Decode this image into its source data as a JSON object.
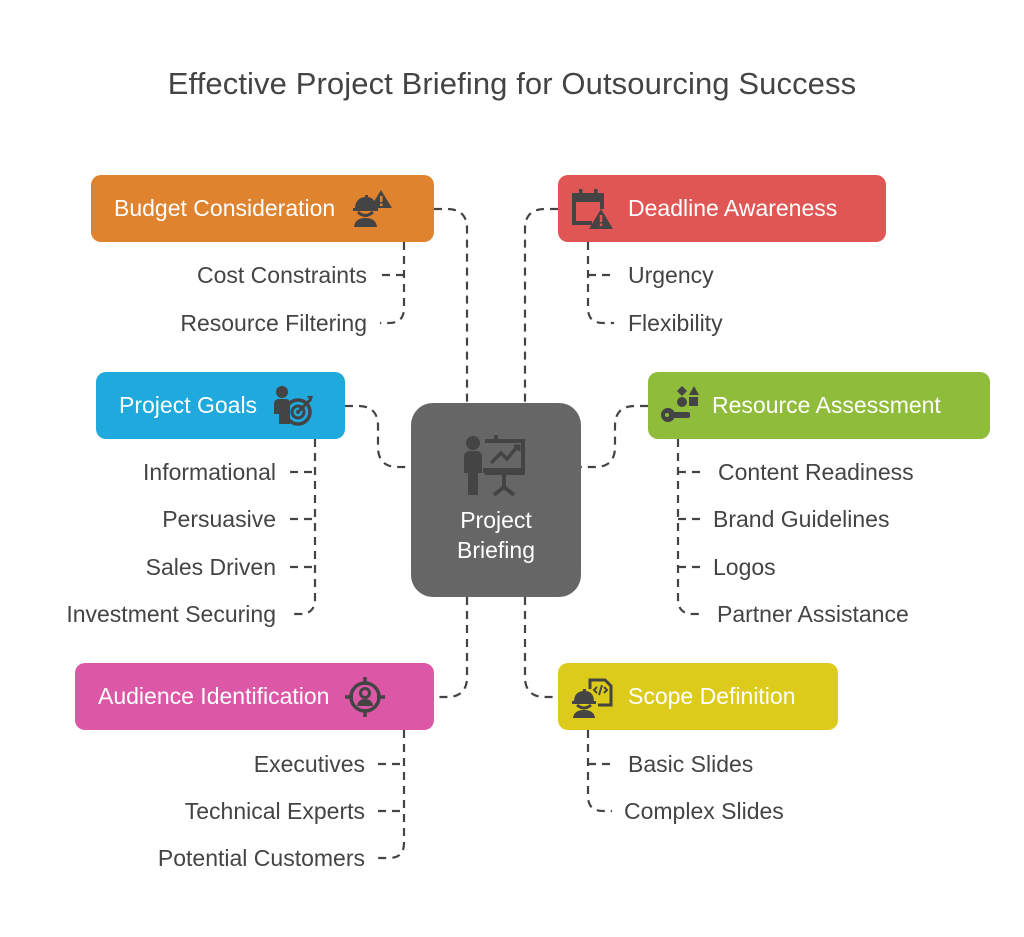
{
  "title": "Effective Project Briefing for Outsourcing Success",
  "center": {
    "label_line1": "Project",
    "label_line2": "Briefing",
    "icon": "presentation-icon",
    "color": "#666666"
  },
  "branches": {
    "budget": {
      "label": "Budget Consideration",
      "icon": "worker-warning-icon",
      "color": "#E0832F",
      "items": [
        "Cost Constraints",
        "Resource Filtering"
      ]
    },
    "deadline": {
      "label": "Deadline Awareness",
      "icon": "calendar-warning-icon",
      "color": "#E05654",
      "items": [
        "Urgency",
        "Flexibility"
      ]
    },
    "goals": {
      "label": "Project Goals",
      "icon": "person-target-icon",
      "color": "#1FA9DC",
      "items": [
        "Informational",
        "Persuasive",
        "Sales Driven",
        "Investment Securing"
      ]
    },
    "resource": {
      "label": "Resource Assessment",
      "icon": "shapes-key-icon",
      "color": "#8FBC3A",
      "items": [
        "Content Readiness",
        "Brand Guidelines",
        "Logos",
        "Partner Assistance"
      ]
    },
    "audience": {
      "label": "Audience Identification",
      "icon": "crosshair-person-icon",
      "color": "#DC57A6",
      "items": [
        "Executives",
        "Technical Experts",
        "Potential Customers"
      ]
    },
    "scope": {
      "label": "Scope Definition",
      "icon": "worker-code-icon",
      "color": "#DDCB1C",
      "items": [
        "Basic Slides",
        "Complex Slides"
      ]
    }
  }
}
